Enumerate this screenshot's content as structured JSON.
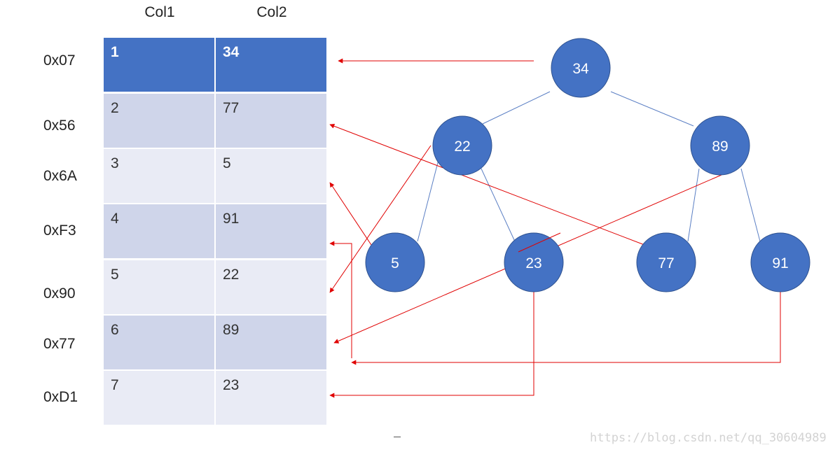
{
  "columns": [
    "Col1",
    "Col2"
  ],
  "addresses": [
    "0x07",
    "0x56",
    "0x6A",
    "0xF3",
    "0x90",
    "0x77",
    "0xD1"
  ],
  "rows": [
    {
      "col1": "1",
      "col2": "34"
    },
    {
      "col1": "2",
      "col2": "77"
    },
    {
      "col1": "3",
      "col2": "5"
    },
    {
      "col1": "4",
      "col2": "91"
    },
    {
      "col1": "5",
      "col2": "22"
    },
    {
      "col1": "6",
      "col2": "89"
    },
    {
      "col1": "7",
      "col2": "23"
    }
  ],
  "tree": {
    "nodes": [
      "34",
      "22",
      "89",
      "5",
      "23",
      "77",
      "91"
    ]
  },
  "colors": {
    "header_fill": "#4472C4",
    "row_dark": "#CFD5EA",
    "row_light": "#E9EBF5",
    "node_fill": "#4472C4",
    "node_stroke": "#2F528F",
    "edge": "#5B7FC4",
    "arrow": "#E00000"
  },
  "watermark": "https://blog.csdn.net/qq_30604989"
}
